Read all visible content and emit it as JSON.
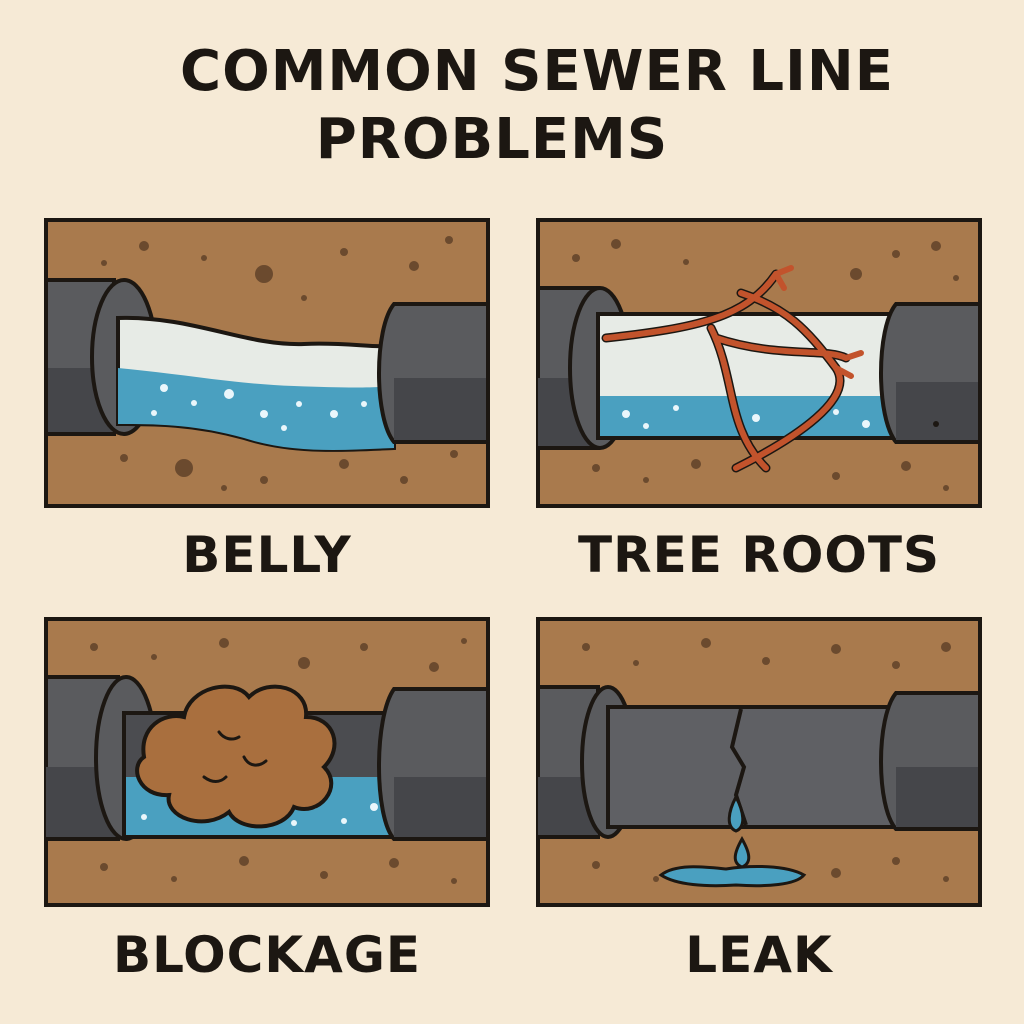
{
  "title": {
    "line1": "COMMON SEWER LINE",
    "line2": "PROBLEMS"
  },
  "panels": [
    {
      "label": "BELLY"
    },
    {
      "label": "TREE ROOTS"
    },
    {
      "label": "BLOCKAGE"
    },
    {
      "label": "LEAK"
    }
  ],
  "colors": {
    "background": "#f6ead6",
    "soil": "#a97a4d",
    "pipe": "#5a5b5e",
    "water": "#4aa0c0",
    "roots": "#c2532c",
    "clog": "#a96f3e",
    "outline": "#1c1712"
  }
}
